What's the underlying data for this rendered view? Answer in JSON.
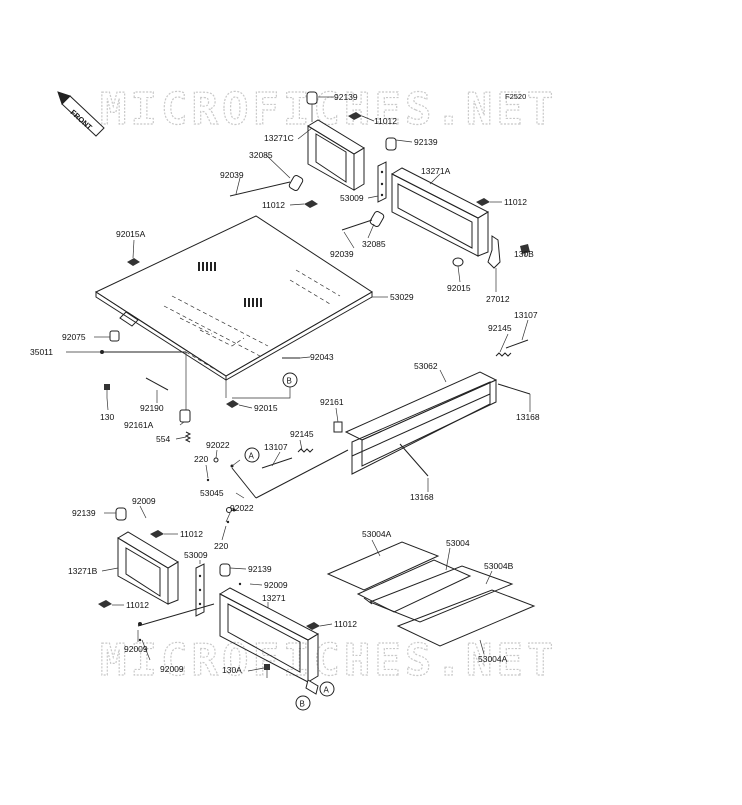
{
  "watermark": "MICROFICHES.NET",
  "figure_code": "F2520",
  "front_label": "FRONT",
  "ref_a": "A",
  "ref_b": "B",
  "labels": {
    "p92139_top": "92139",
    "p11012_top": "11012",
    "p13271C": "13271C",
    "p92139_r": "92139",
    "p32085_l": "32085",
    "p13271A": "13271A",
    "p92039_l": "92039",
    "p11012_ml": "11012",
    "p53009_top": "53009",
    "p11012_r": "11012",
    "p92015A": "92015A",
    "p32085_r": "32085",
    "p92039_r": "92039",
    "p130B": "130B",
    "p92015_r": "92015",
    "p27012": "27012",
    "p53029": "53029",
    "p13107_r": "13107",
    "p92075": "92075",
    "p92145_r": "92145",
    "p35011": "35011",
    "p92043": "92043",
    "p53062": "53062",
    "p130_l": "130",
    "p92190": "92190",
    "p92015_m": "92015",
    "p92161A": "92161A",
    "p92161": "92161",
    "p13168_r": "13168",
    "p554": "554",
    "p92022_t": "92022",
    "p13107_m": "13107",
    "p92145_m": "92145",
    "p220_t": "220",
    "p53045": "53045",
    "p13168_b": "13168",
    "p92139_bl": "92139",
    "p92009_t": "92009",
    "p11012_bl": "11012",
    "p92022_b": "92022",
    "p220_b": "220",
    "p53004A_t": "53004A",
    "p53004": "53004",
    "p13271B": "13271B",
    "p53009_b": "53009",
    "p92139_bm": "92139",
    "p53004B": "53004B",
    "p92009_m": "92009",
    "p13271": "13271",
    "p11012_bb": "11012",
    "p11012_br": "11012",
    "p92009_l": "92009",
    "p53004A_b": "53004A",
    "p92009_b": "92009",
    "p130A": "130A"
  }
}
